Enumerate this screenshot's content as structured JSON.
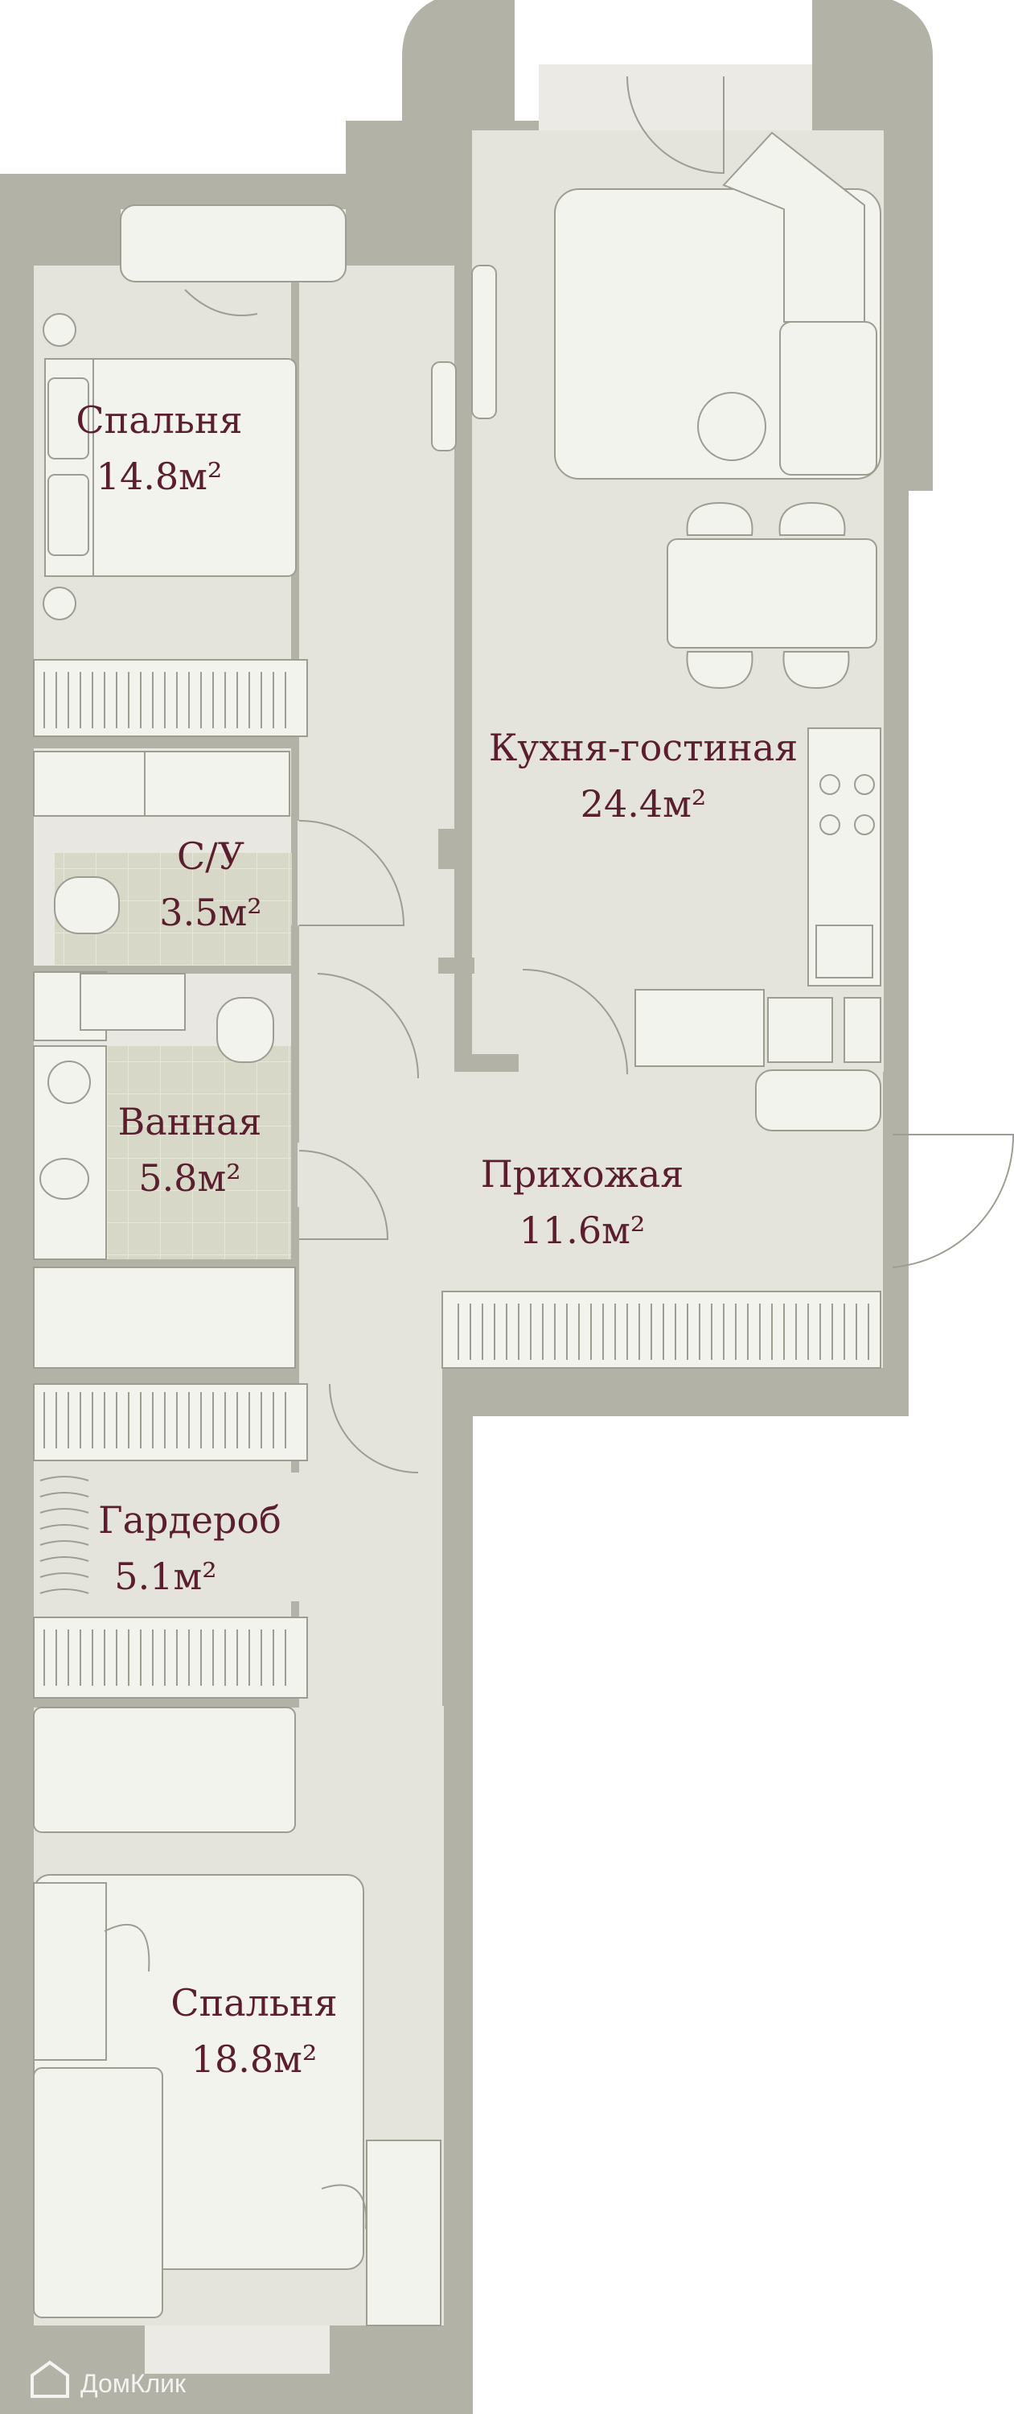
{
  "rooms": [
    {
      "key": "bedroom1",
      "name": "Спальня",
      "area": "14.8",
      "unit": "м²"
    },
    {
      "key": "wc",
      "name": "С/У",
      "area": "3.5",
      "unit": "м²"
    },
    {
      "key": "bath",
      "name": "Ванная",
      "area": "5.8",
      "unit": "м²"
    },
    {
      "key": "kitchen",
      "name": "Кухня-гостиная",
      "area": "24.4",
      "unit": "м²"
    },
    {
      "key": "hall",
      "name": "Прихожая",
      "area": "11.6",
      "unit": "м²"
    },
    {
      "key": "wardrobe",
      "name": "Гардероб",
      "area": "5.1",
      "unit": "м²"
    },
    {
      "key": "bedroom2",
      "name": "Спальня",
      "area": "18.8",
      "unit": "м²"
    }
  ],
  "watermark": "ДомКлик",
  "colors": {
    "wall": "#b2b2a6",
    "floor": "#e4e3dc",
    "floor_light": "#ebeae4",
    "tile": "#d8d8c8",
    "furniture": "#f3f3ee",
    "line": "#9d9d92",
    "label": "#5a1e2e"
  }
}
